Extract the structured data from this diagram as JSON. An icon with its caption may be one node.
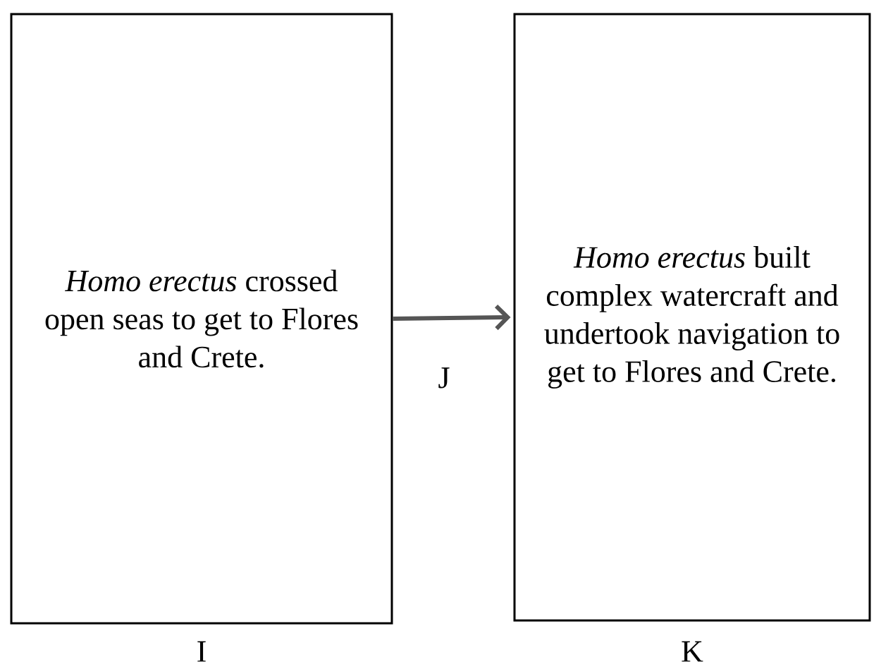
{
  "diagram": {
    "nodes": [
      {
        "text": [
          "*Homo erectus* crossed open seas to get to Flores and Crete."
        ],
        "beside": [
          "I"
        ]
      },
      {
        "text": [
          "*Homo erectus* built complex watercraft and undertook navigation to get to Flores and Crete."
        ],
        "beside": [
          "K"
        ]
      }
    ],
    "edges": [
      {
        "from": 0,
        "to": 1,
        "arrow": "to",
        "label": "J"
      }
    ]
  }
}
